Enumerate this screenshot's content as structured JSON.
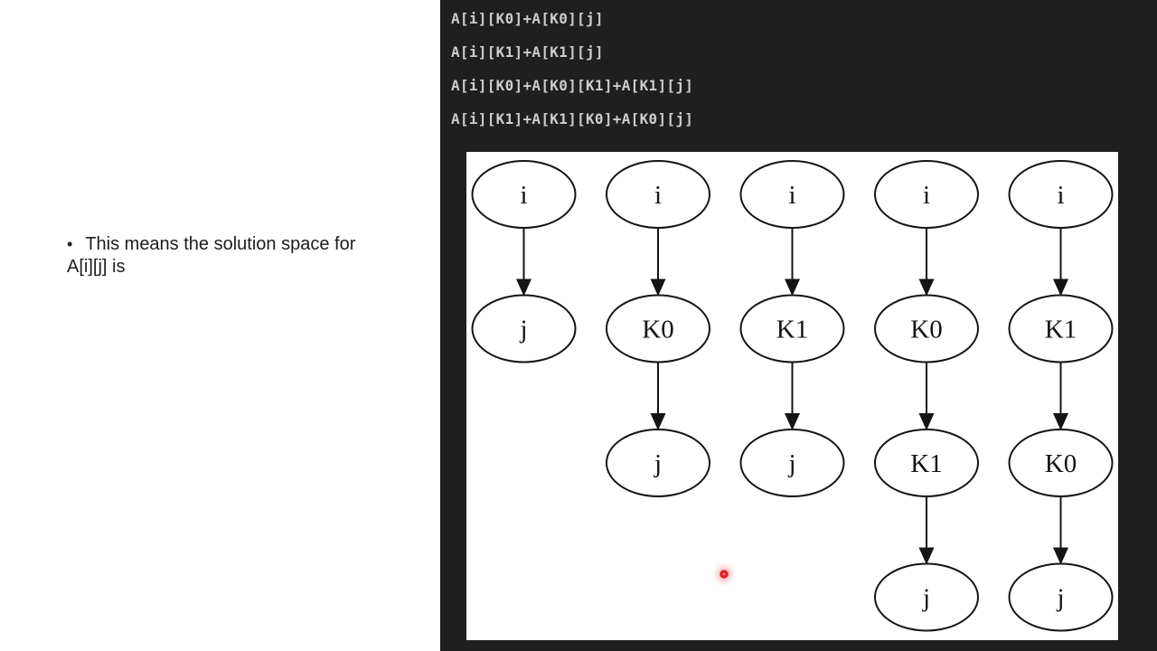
{
  "colors": {
    "page_bg": "#ffffff",
    "panel_bg": "#1f1f1f",
    "code_text": "#cdcdcd",
    "body_text": "#1d1d1d",
    "diagram_bg": "#ffffff",
    "node_stroke": "#141414",
    "laser_red": "#e01b1b"
  },
  "slide": {
    "bullet": "•",
    "line1": "This means the solution space for",
    "line2": "A[i][j] is"
  },
  "code_panel": {
    "lines": [
      "A[i][K0]+A[K0][j]",
      "A[i][K1]+A[K1][j]",
      "A[i][K0]+A[K0][K1]+A[K1][j]",
      "A[i][K1]+A[K1][K0]+A[K0][j]"
    ]
  },
  "diagram": {
    "description": "solution-space-paths",
    "columns": [
      {
        "nodes": [
          "i",
          "j"
        ]
      },
      {
        "nodes": [
          "i",
          "K0",
          "j"
        ]
      },
      {
        "nodes": [
          "i",
          "K1",
          "j"
        ]
      },
      {
        "nodes": [
          "i",
          "K0",
          "K1",
          "j"
        ]
      },
      {
        "nodes": [
          "i",
          "K1",
          "K0",
          "j"
        ]
      }
    ]
  },
  "pointer": {
    "type": "laser-dot"
  }
}
